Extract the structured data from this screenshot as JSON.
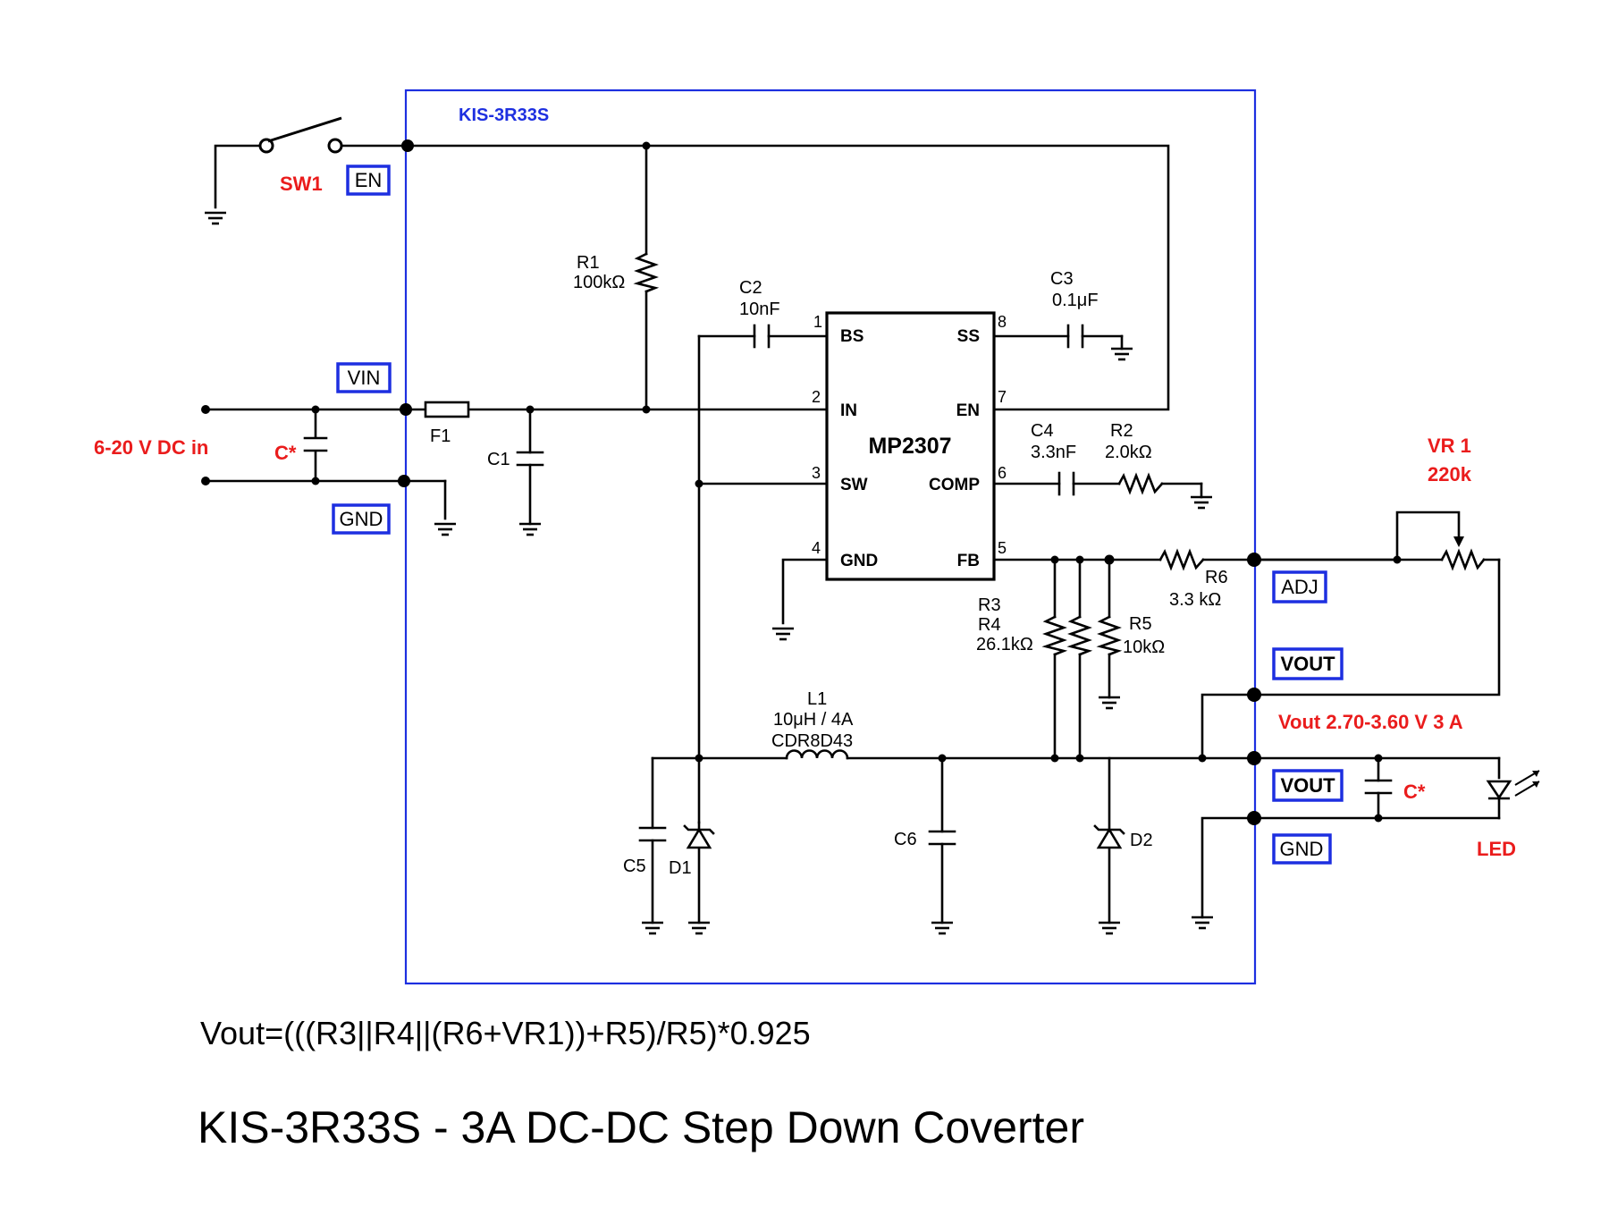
{
  "module_name": "KIS-3R33S",
  "ic": {
    "name": "MP2307",
    "pins": {
      "bs": "BS",
      "in": "IN",
      "sw": "SW",
      "gnd": "GND",
      "ss": "SS",
      "en": "EN",
      "comp": "COMP",
      "fb": "FB"
    },
    "pin_numbers": [
      "1",
      "2",
      "3",
      "4",
      "5",
      "6",
      "7",
      "8"
    ]
  },
  "components": {
    "r1": {
      "ref": "R1",
      "value": "100kΩ"
    },
    "c2": {
      "ref": "C2",
      "value": "10nF"
    },
    "c3": {
      "ref": "C3",
      "value": "0.1μF"
    },
    "c4": {
      "ref": "C4",
      "value": "3.3nF"
    },
    "r2": {
      "ref": "R2",
      "value": "2.0kΩ"
    },
    "f1": {
      "ref": "F1"
    },
    "c1": {
      "ref": "C1"
    },
    "r3": {
      "ref": "R3"
    },
    "r4": {
      "ref": "R4",
      "value": "26.1kΩ"
    },
    "r5": {
      "ref": "R5",
      "value": "10kΩ"
    },
    "r6": {
      "ref": "R6",
      "value": "3.3 kΩ"
    },
    "l1": {
      "ref": "L1",
      "value": "10μH / 4A",
      "part": "CDR8D43"
    },
    "c5": {
      "ref": "C5"
    },
    "d1": {
      "ref": "D1"
    },
    "c6": {
      "ref": "C6"
    },
    "d2": {
      "ref": "D2"
    },
    "sw1": {
      "ref": "SW1"
    },
    "vr1": {
      "ref": "VR 1",
      "value": "220k"
    },
    "cin": {
      "ref": "C*"
    },
    "cout": {
      "ref": "C*"
    },
    "led": {
      "ref": "LED"
    }
  },
  "terminals": {
    "en": "EN",
    "vin": "VIN",
    "gnd_in": "GND",
    "adj": "ADJ",
    "vout1": "VOUT",
    "vout2": "VOUT",
    "gnd_out": "GND"
  },
  "annotations": {
    "input": "6-20 V DC in",
    "output": "Vout 2.70-3.60 V 3 A"
  },
  "formula": "Vout=(((R3||R4||(R6+VR1))+R5)/R5)*0.925",
  "title": "KIS-3R33S - 3A DC-DC Step Down Coverter",
  "colors": {
    "module_border": "#1d2fe0",
    "annotation_red": "#ea1c1c",
    "wire": "#000000"
  }
}
